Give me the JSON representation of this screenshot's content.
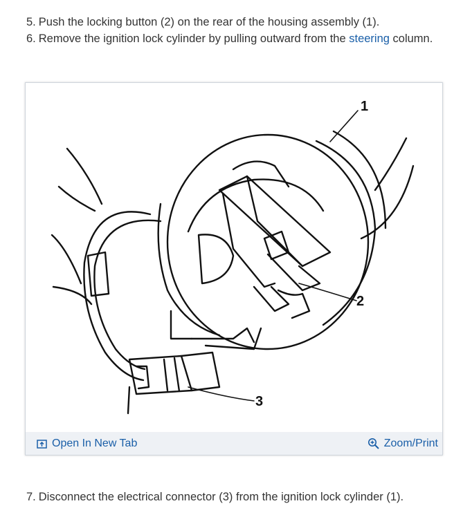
{
  "steps": [
    {
      "number": "5.",
      "text": "Push the locking button (2) on the rear of the housing assembly (1)."
    },
    {
      "number": "6.",
      "text_before": "Remove the ignition lock cylinder by pulling outward from the ",
      "link_text": "steering",
      "text_after": " column."
    },
    {
      "number": "7.",
      "text": "Disconnect the electrical connector (3) from the ignition lock cylinder (1)."
    }
  ],
  "figure": {
    "callouts": [
      "1",
      "2",
      "3"
    ],
    "open_tab_label": "Open In New Tab",
    "zoom_label": "Zoom/Print",
    "open_tab_icon": "open-new-tab-icon",
    "zoom_icon": "magnifier-icon"
  },
  "colors": {
    "link": "#1a5fa8",
    "text": "#333333",
    "bar": "#eef1f5"
  }
}
